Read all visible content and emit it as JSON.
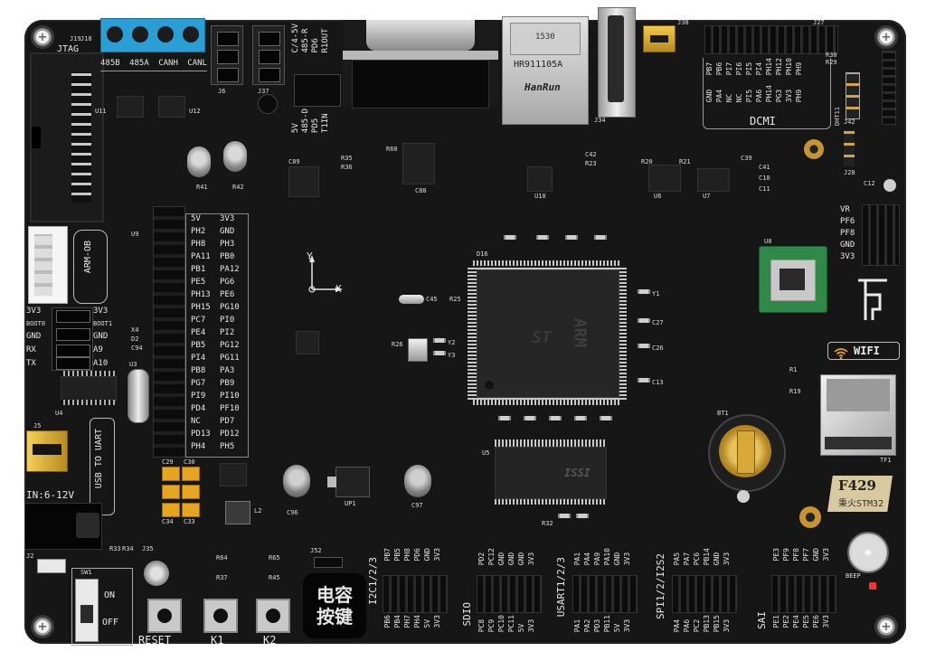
{
  "silkscreen": {
    "jtag": "JTAG",
    "j18": "J18",
    "j19": "J19",
    "can_labels": [
      "485B",
      "485A",
      "CANH",
      "CANL"
    ],
    "j6": "J6",
    "j37": "J37",
    "mode_vertical": [
      "C/4-5V",
      "485-R",
      "PD6",
      "R1OUT"
    ],
    "mode_vertical2": [
      "5V",
      "485-D",
      "PD5",
      "T1IN"
    ],
    "j34": "J34",
    "j38": "J38",
    "j27": "J27",
    "dcmi_title": "DCMI",
    "dcmi_top": [
      "PB7",
      "PB6",
      "PI7",
      "PI6",
      "PI5",
      "PI4",
      "PH14",
      "PH12",
      "PH10",
      "PH9"
    ],
    "dcmi_bottom": [
      "GND",
      "PA4",
      "NC",
      "NC",
      "PI5",
      "PA6",
      "PH14",
      "PG3",
      "3V3",
      "PH9"
    ],
    "ethernet_brand": "HanRun",
    "ethernet_model": "HR911105A",
    "ethernet_code": "1530",
    "dht11": "DHT11",
    "j42": "J42",
    "j28": "J28",
    "r30": "R30",
    "r29": "R29",
    "arm_ob": "ARM-OB",
    "uart_left": [
      "3V3",
      "BOOT0",
      "GND",
      "RX",
      "TX"
    ],
    "uart_right": [
      "3V3",
      "BOOT1",
      "GND",
      "A9",
      "A10"
    ],
    "usb_uart": "USB TO UART",
    "j5": "J5",
    "power_in": "IN:6-12V",
    "header_left_col": [
      "5V",
      "PH2",
      "PH8",
      "PA11",
      "PB1",
      "PE5",
      "PH13",
      "PH15",
      "PC7",
      "PE4",
      "PB5",
      "PI4",
      "PB8",
      "PG7",
      "PI9",
      "PD4",
      "NC",
      "PD13",
      "PH4"
    ],
    "header_right_col": [
      "3V3",
      "GND",
      "PH3",
      "PB0",
      "PA12",
      "PG6",
      "PE6",
      "PG10",
      "PI0",
      "PI2",
      "PG12",
      "PG11",
      "PA3",
      "PB9",
      "PI10",
      "PF10",
      "PD7",
      "PD12",
      "PH5"
    ],
    "axis_y": "Y",
    "axis_x": "X",
    "mcu_brand": "ARM",
    "mcu_st": "ST",
    "sram_chip": "ISSI",
    "wifi_label": "WIFI",
    "wifi_side": [
      "VR",
      "PF6",
      "PF8",
      "GND",
      "3V3"
    ],
    "board_name": "F429",
    "board_subtitle": "秉火STM32",
    "bt1": "BT1",
    "tf1": "TF1",
    "u8": "U8",
    "u5": "U5",
    "d16": "D16",
    "j52": "J52",
    "capkey_cn": [
      "电容",
      "按键"
    ],
    "buttons": [
      "RESET",
      "K1",
      "K2"
    ],
    "switch_on": "ON",
    "switch_off": "OFF",
    "sw1": "SW1",
    "j35": "J35",
    "j2": "J2",
    "buzzer": "BEEP",
    "groups": [
      {
        "name": "I2C1/2/3",
        "top": [
          "PB7",
          "PB5",
          "PH8",
          "PD6",
          "GND",
          "3V3"
        ],
        "bottom": [
          "PB6",
          "PB4",
          "PH7",
          "PH4",
          "5V",
          "3V3"
        ]
      },
      {
        "name": "SDIO",
        "top": [
          "PD2",
          "PC12",
          "GND",
          "GND",
          "GND",
          "3V3"
        ],
        "bottom": [
          "PC8",
          "PC9",
          "PC10",
          "PC11",
          "5V",
          "3V3"
        ]
      },
      {
        "name": "USART1/2/3",
        "top": [
          "PA1",
          "PA4",
          "PA9",
          "PA10",
          "GND",
          "3V3"
        ],
        "bottom": [
          "PA1",
          "PA2",
          "PD3",
          "PB11",
          "5V",
          "3V3"
        ]
      },
      {
        "name": "SPI1/2/I2S2",
        "top": [
          "PA5",
          "PA7",
          "PC6",
          "PB14",
          "GND",
          "3V3"
        ],
        "bottom": [
          "PA4",
          "PA6",
          "PC2",
          "PB13",
          "PB15",
          "3V3"
        ]
      },
      {
        "name": "SAI",
        "top": [
          "PE3",
          "PF9",
          "PF8",
          "PF7",
          "GND",
          "3V3"
        ],
        "bottom": [
          "PE1",
          "PE2",
          "PE4",
          "PE5",
          "PE6",
          "3V3"
        ]
      }
    ],
    "misc_refs": [
      "U11",
      "U12",
      "R41",
      "R42",
      "C89",
      "C88",
      "U10",
      "U6",
      "U7",
      "U4",
      "U3",
      "U9",
      "X4",
      "D2",
      "C94",
      "C96",
      "C97",
      "L2",
      "UP1",
      "C29",
      "C30",
      "C34",
      "C33",
      "C39",
      "R20",
      "R21",
      "R60",
      "C42",
      "R23",
      "C41",
      "C10",
      "C11",
      "C12",
      "C13",
      "C26",
      "C27",
      "Y1",
      "Y2",
      "Y3",
      "R25",
      "R26",
      "C45",
      "R1",
      "R19",
      "R32",
      "R33",
      "R34",
      "R35",
      "R36",
      "R64",
      "R65",
      "R37",
      "R45"
    ]
  },
  "colors": {
    "pcb": "#161616",
    "silkscreen": "#e8e8e8",
    "terminal_block": "#2a9fd6",
    "gold": "#c7952e",
    "tantalum": "#e6a51f",
    "wifi_module": "#2f8a4a"
  },
  "icons": {
    "wifi": "wifi-icon",
    "antenna": "antenna-icon",
    "axis": "axis-icon"
  }
}
